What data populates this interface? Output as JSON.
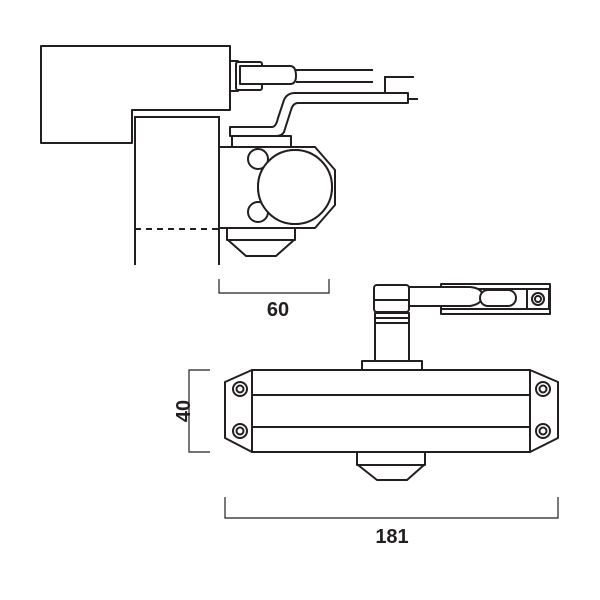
{
  "dimensions": {
    "depth_label": "60",
    "height_label": "40",
    "length_label": "181"
  },
  "colors": {
    "line": "#231f20",
    "background": "#ffffff"
  }
}
